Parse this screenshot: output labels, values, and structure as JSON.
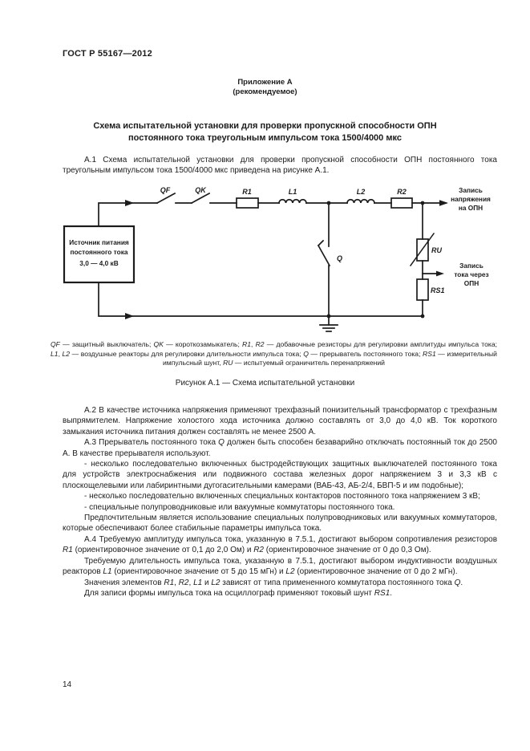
{
  "page": {
    "doc_code": "ГОСТ Р 55167—2012",
    "page_number": "14"
  },
  "appendix": {
    "label": "Приложение А",
    "note": "(рекомендуемое)",
    "title_line1": "Схема испытательной установки для проверки пропускной способности ОПН",
    "title_line2": "постоянного тока треугольным импульсом тока 1500/4000 мкс"
  },
  "intro": {
    "segments": [
      "А.1  Схема испытательной установки для проверки пропускной способности ОПН постоянного тока треугольным импульсом тока 1500/4000 мкс приведена на рисунке А.1."
    ]
  },
  "figure": {
    "labels": {
      "qf": "QF",
      "qk": "QK",
      "r1": "R1",
      "l1": "L1",
      "l2": "L2",
      "r2": "R2",
      "q": "Q",
      "ru": "RU",
      "rs1": "RS1"
    },
    "source_box": [
      "Источник питания",
      "постоянного тока",
      "3,0 — 4,0 кВ"
    ],
    "out_voltage": [
      "Запись",
      "напряжения",
      "на ОПН"
    ],
    "out_current": [
      "Запись",
      "тока через",
      "ОПН"
    ],
    "caption_segments": [
      {
        "i": "QF"
      },
      " — защитный выключатель; ",
      {
        "i": "QK"
      },
      " — короткозамыкатель; ",
      {
        "i": "R1"
      },
      ", ",
      {
        "i": "R2"
      },
      " — добавочные резисторы для регулировки амплитуды импульса тока; ",
      {
        "i": "L1"
      },
      ", ",
      {
        "i": "L2"
      },
      " — воздушные реакторы для регулировки длительности импульса тока; ",
      {
        "i": "Q"
      },
      " — прерыватель постоянного тока; ",
      {
        "i": "RS1"
      },
      " — измерительный импульсный шунт, ",
      {
        "i": "RU"
      },
      " — испытуемый ограничитель перенапряжений"
    ],
    "title": "Рисунок А.1 — Схема испытательной установки"
  },
  "paragraphs": [
    {
      "segments": [
        "А.2  В качестве источника напряжения применяют трехфазный понизительный трансформатор с трехфазным выпрямителем. Напряжение холостого хода источника должно составлять от 3,0 до 4,0 кВ. Ток короткого замыкания источника питания должен составлять не менее 2500 А."
      ]
    },
    {
      "segments": [
        "А.3  Прерыватель постоянного тока ",
        {
          "i": "Q"
        },
        " должен быть способен безаварийно отключать постоянный ток до 2500 А. В качестве прерывателя используют."
      ]
    },
    {
      "segments": [
        "-  несколько последовательно включенных быстродействующих защитных выключателей постоянного тока для устройств электроснабжения или подвижного состава железных дорог напряжением 3 и 3,3 кВ с плоскощелевыми или лабиринтными дугогасительными камерами (ВАБ-43, АБ-2/4, БВП-5 и им подобные);"
      ]
    },
    {
      "segments": [
        "-  несколько последовательно включенных специальных контакторов постоянного тока напряжением 3 кВ;"
      ]
    },
    {
      "segments": [
        "-  специальные полупроводниковые или вакуумные коммутаторы постоянного тока."
      ]
    },
    {
      "segments": [
        "Предпочтительным является использование специальных полупроводниковых или вакуумных коммутаторов, которые обеспечивают более стабильные параметры импульса тока."
      ]
    },
    {
      "segments": [
        "А.4  Требуемую амплитуду импульса тока, указанную в 7.5.1, достигают выбором сопротивления резисторов ",
        {
          "i": "R1"
        },
        " (ориентировочное значение от 0,1 до 2,0 Ом) и ",
        {
          "i": "R2"
        },
        " (ориентировочное значение от 0 до 0,3 Ом)."
      ]
    },
    {
      "segments": [
        "Требуемую длительность импульса тока, указанную в 7.5.1, достигают выбором индуктивности воздушных реакторов ",
        {
          "i": "L1"
        },
        " (ориентировочное значение от 5 до 15 мГн) и ",
        {
          "i": "L2"
        },
        " (ориентировочное значение от 0 до 2 мГн)."
      ]
    },
    {
      "segments": [
        "Значения элементов ",
        {
          "i": "R1"
        },
        ", ",
        {
          "i": "R2"
        },
        ", ",
        {
          "i": "L1"
        },
        " и ",
        {
          "i": "L2"
        },
        " зависят от типа примененного коммутатора постоянного тока ",
        {
          "i": "Q"
        },
        "."
      ]
    },
    {
      "segments": [
        "Для записи формы импульса тока на осциллограф применяют токовый шунт ",
        {
          "i": "RS1"
        },
        "."
      ]
    }
  ]
}
